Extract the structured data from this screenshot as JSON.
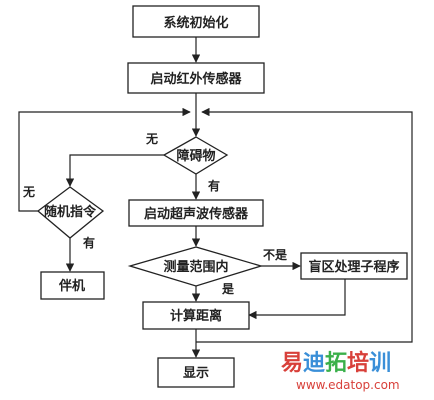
{
  "nodes": {
    "init": "系统初始化",
    "start_ir": "启动红外传感器",
    "obstacle": "障碍物",
    "start_us": "启动超声波传感器",
    "random_cmd": "随机指令",
    "in_range": "测量范围内",
    "blind_zone": "盲区处理子程序",
    "calc_dist": "计算距离",
    "accompany": "伴机",
    "display": "显示"
  },
  "labels": {
    "obstacle_no": "无",
    "obstacle_yes": "有",
    "random_no": "无",
    "random_yes": "有",
    "range_no": "不是",
    "range_yes": "是"
  },
  "watermark": {
    "text": "易迪拓培训",
    "url": "www.edatop.com",
    "colors": [
      "#d8403a",
      "#3a8fd8",
      "#3ab04a",
      "#d8403a",
      "#3a8fd8"
    ]
  }
}
